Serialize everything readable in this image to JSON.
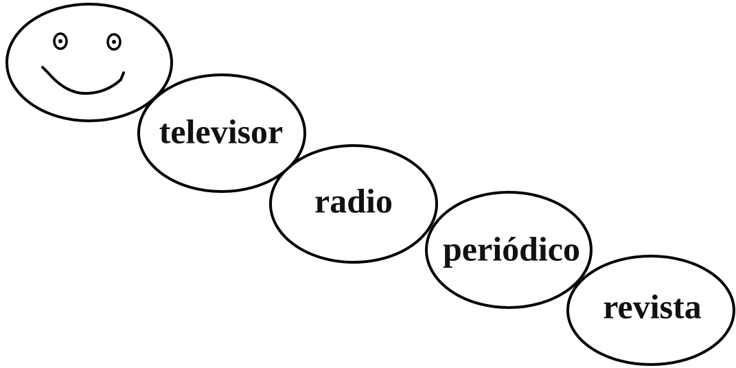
{
  "caterpillar": {
    "head": {
      "icon": "smiley-face"
    },
    "segments": [
      {
        "label": "televisor"
      },
      {
        "label": "radio"
      },
      {
        "label": "periódico"
      },
      {
        "label": "revista"
      }
    ]
  },
  "colors": {
    "stroke": "#000000",
    "fill": "#ffffff",
    "text": "#111111"
  }
}
